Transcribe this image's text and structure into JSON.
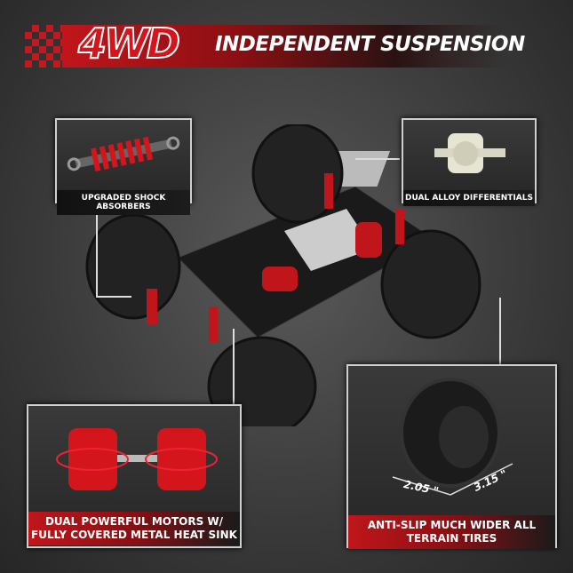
{
  "header": {
    "logo_text": "4WD",
    "title": "INDEPENDENT SUSPENSION"
  },
  "callouts": {
    "shock": "UPGRADED SHOCK ABSORBERS",
    "diff": "DUAL ALLOY DIFFERENTIALS",
    "motors": [
      "DUAL POWERFUL MOTORS W/",
      "FULLY COVERED METAL HEAT SINK"
    ],
    "tires": [
      "ANTI-SLIP MUCH WIDER ALL",
      "TERRAIN TIRES"
    ]
  },
  "tire_dimensions": {
    "width": "2.05 \"",
    "diameter": "3.15 \""
  },
  "colors": {
    "accent": "#c0161b",
    "background": "#3c3c3c"
  }
}
